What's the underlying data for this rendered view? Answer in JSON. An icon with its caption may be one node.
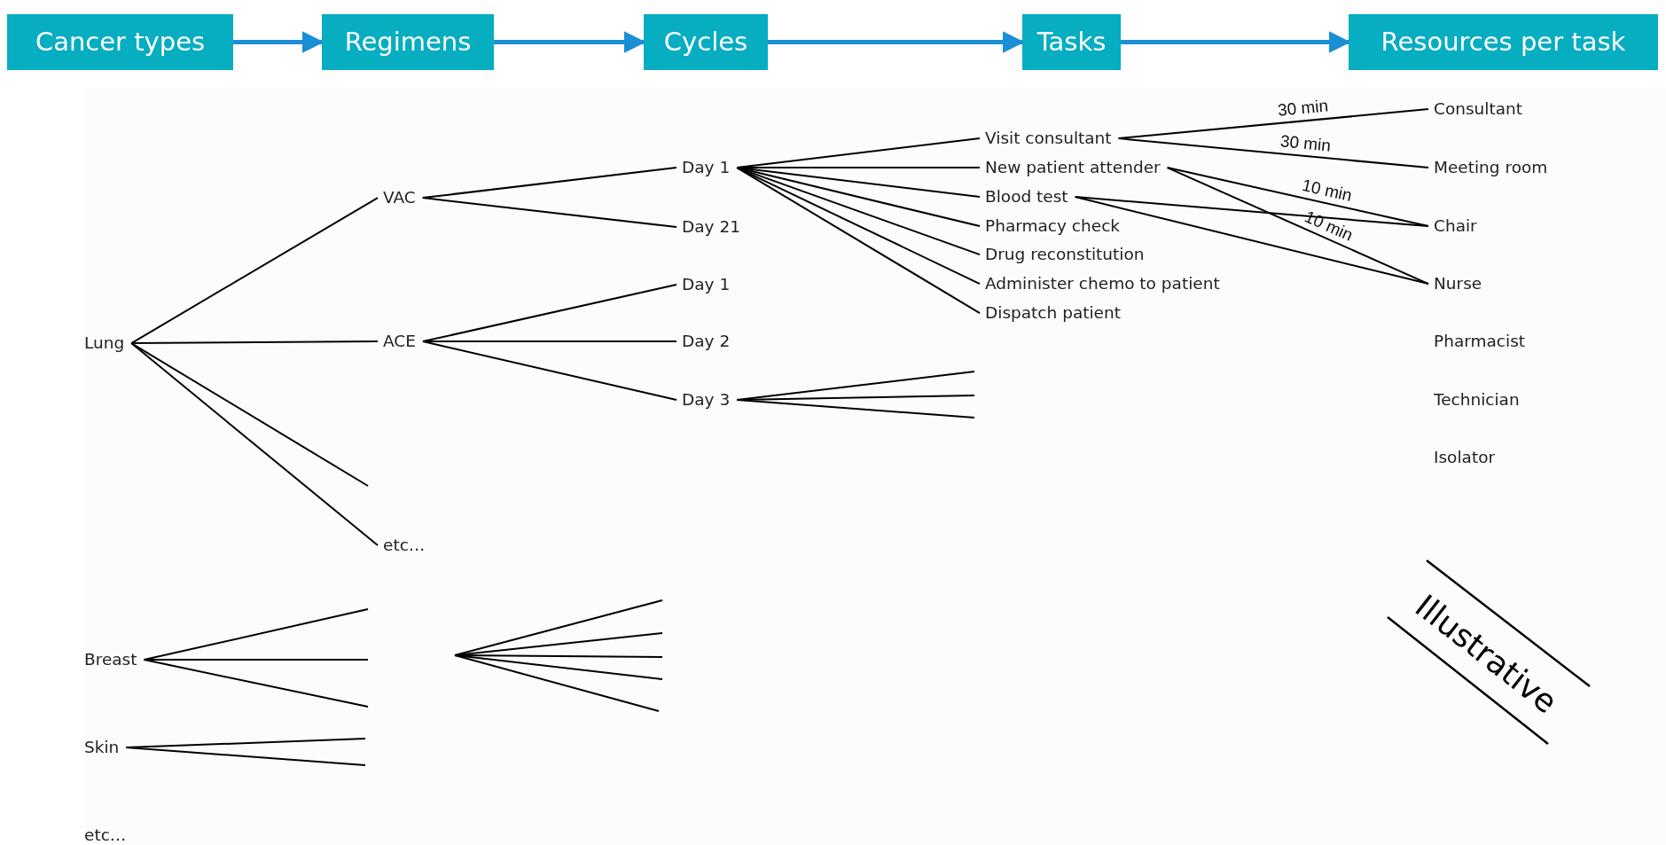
{
  "diagram": {
    "nodes": [
      {
        "text": [
          "Cancer types"
        ]
      },
      {
        "text": [
          "Regimens"
        ]
      },
      {
        "text": [
          "Cycles"
        ]
      },
      {
        "text": [
          "Tasks"
        ]
      },
      {
        "text": [
          "Resources per task"
        ]
      },
      {
        "text": [
          "Lung"
        ]
      },
      {
        "text": [
          "VAC"
        ]
      },
      {
        "text": [
          "ACE"
        ]
      },
      {
        "text": [
          "etc…"
        ]
      },
      {
        "text": [
          "Day 1"
        ]
      },
      {
        "text": [
          "Day 21"
        ]
      },
      {
        "text": [
          "Day 1"
        ]
      },
      {
        "text": [
          "Day 2"
        ]
      },
      {
        "text": [
          "Day 3"
        ]
      },
      {
        "text": [
          "Visit consultant"
        ]
      },
      {
        "text": [
          "New patient attender"
        ]
      },
      {
        "text": [
          "Blood test"
        ]
      },
      {
        "text": [
          "Pharmacy check"
        ]
      },
      {
        "text": [
          "Drug reconstitution"
        ]
      },
      {
        "text": [
          "Administer chemo to patient"
        ]
      },
      {
        "text": [
          "Dispatch patient"
        ]
      },
      {
        "text": [
          "Consultant"
        ]
      },
      {
        "text": [
          "Meeting room"
        ]
      },
      {
        "text": [
          "Chair"
        ]
      },
      {
        "text": [
          "Nurse"
        ]
      },
      {
        "text": [
          "Pharmacist"
        ]
      },
      {
        "text": [
          "Technician"
        ]
      },
      {
        "text": [
          "Isolator"
        ]
      },
      {
        "text": [
          "Breast"
        ]
      },
      {
        "text": [
          "Skin"
        ]
      },
      {
        "text": [
          "etc…"
        ]
      }
    ],
    "edges": [
      {
        "from": 0,
        "to": 1,
        "arrow": "to",
        "style": "thick",
        "color": "#1a8fd6"
      },
      {
        "from": 1,
        "to": 2,
        "arrow": "to",
        "style": "thick",
        "color": "#1a8fd6"
      },
      {
        "from": 2,
        "to": 3,
        "arrow": "to",
        "style": "thick",
        "color": "#1a8fd6"
      },
      {
        "from": 3,
        "to": 4,
        "arrow": "to",
        "style": "thick",
        "color": "#1a8fd6"
      },
      {
        "from": 5,
        "to": 6,
        "arrow": "none"
      },
      {
        "from": 5,
        "to": 7,
        "arrow": "none"
      },
      {
        "from": 5,
        "to": null,
        "arrow": "none"
      },
      {
        "from": 5,
        "to": 8,
        "arrow": "none"
      },
      {
        "from": 6,
        "to": 9,
        "arrow": "none"
      },
      {
        "from": 6,
        "to": 10,
        "arrow": "none"
      },
      {
        "from": 7,
        "to": 11,
        "arrow": "none"
      },
      {
        "from": 7,
        "to": 12,
        "arrow": "none"
      },
      {
        "from": 7,
        "to": 13,
        "arrow": "none"
      },
      {
        "from": 9,
        "to": 14,
        "arrow": "none"
      },
      {
        "from": 9,
        "to": 15,
        "arrow": "none"
      },
      {
        "from": 9,
        "to": 16,
        "arrow": "none"
      },
      {
        "from": 9,
        "to": 17,
        "arrow": "none"
      },
      {
        "from": 9,
        "to": 18,
        "arrow": "none"
      },
      {
        "from": 9,
        "to": 19,
        "arrow": "none"
      },
      {
        "from": 9,
        "to": 20,
        "arrow": "none"
      },
      {
        "from": 13,
        "to": null,
        "arrow": "none"
      },
      {
        "from": 13,
        "to": null,
        "arrow": "none"
      },
      {
        "from": 13,
        "to": null,
        "arrow": "none"
      },
      {
        "from": 14,
        "to": 21,
        "arrow": "none",
        "label": "30 min"
      },
      {
        "from": 14,
        "to": 22,
        "arrow": "none",
        "label": "30 min"
      },
      {
        "from": 15,
        "to": 23,
        "arrow": "none",
        "label": "10 min"
      },
      {
        "from": 15,
        "to": 24,
        "arrow": "none",
        "label": "10 min"
      },
      {
        "from": 16,
        "to": 23,
        "arrow": "none"
      },
      {
        "from": 16,
        "to": 24,
        "arrow": "none"
      },
      {
        "from": 28,
        "to": null,
        "arrow": "none"
      },
      {
        "from": 28,
        "to": null,
        "arrow": "none"
      },
      {
        "from": 28,
        "to": null,
        "arrow": "none"
      },
      {
        "from": 29,
        "to": null,
        "arrow": "none"
      },
      {
        "from": 29,
        "to": null,
        "arrow": "none"
      }
    ],
    "labels": [
      "Illustrative"
    ]
  }
}
